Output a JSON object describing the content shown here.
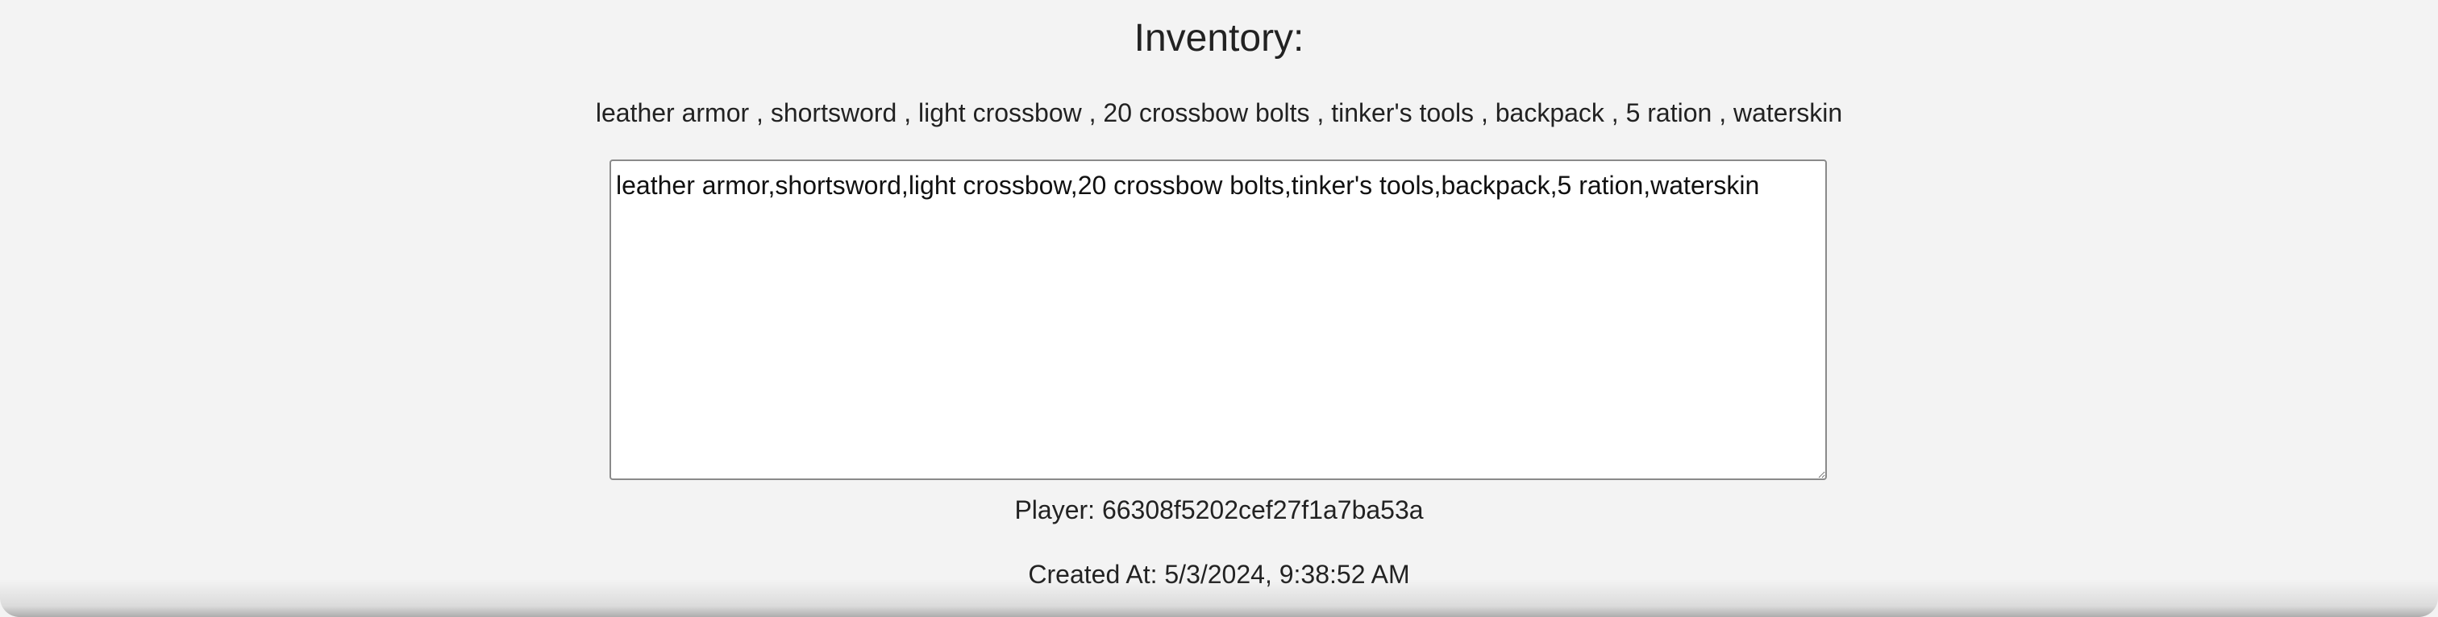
{
  "inventory": {
    "title": "Inventory:",
    "items_display": "leather armor , shortsword , light crossbow , 20 crossbow bolts , tinker's tools , backpack , 5 ration , waterskin",
    "items_input_value": "leather armor,shortsword,light crossbow,20 crossbow bolts,tinker's tools,backpack,5 ration,waterskin",
    "player_line": "Player: 66308f5202cef27f1a7ba53a",
    "created_line": "Created At: 5/3/2024, 9:38:52 AM"
  }
}
